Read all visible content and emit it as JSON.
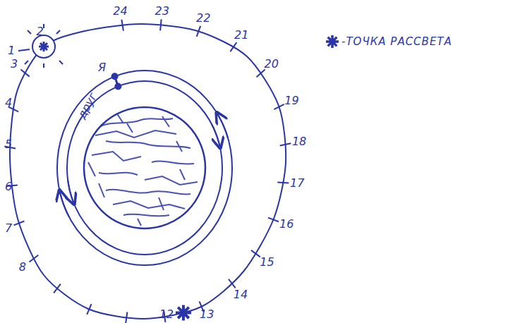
{
  "diagram": {
    "labels": [
      "1",
      "2",
      "3",
      "4",
      "5",
      "6",
      "7",
      "8",
      "12",
      "13",
      "14",
      "15",
      "16",
      "17",
      "18",
      "19",
      "20",
      "21",
      "22",
      "23",
      "24",
      "Я",
      "друг"
    ],
    "legend": [
      {
        "text": "-ТОЧКА РАССВЕТА"
      }
    ]
  }
}
